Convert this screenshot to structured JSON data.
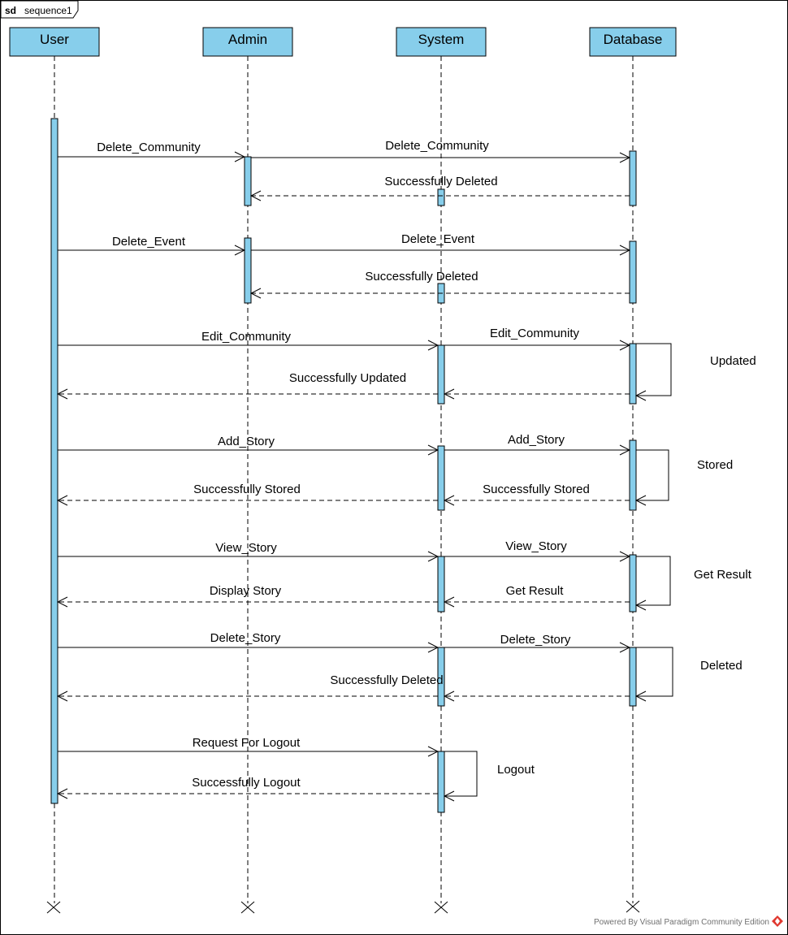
{
  "frame": {
    "keyword": "sd",
    "name": "sequence1"
  },
  "lifelines": [
    {
      "id": "user",
      "label": "User"
    },
    {
      "id": "admin",
      "label": "Admin"
    },
    {
      "id": "system",
      "label": "System"
    },
    {
      "id": "database",
      "label": "Database"
    }
  ],
  "messages": [
    {
      "from": "user",
      "to": "admin",
      "label": "Delete_Community",
      "kind": "sync"
    },
    {
      "from": "admin",
      "to": "database",
      "label": "Delete_Community",
      "kind": "sync"
    },
    {
      "from": "database",
      "to": "admin",
      "label": "Successfully Deleted",
      "kind": "reply"
    },
    {
      "from": "user",
      "to": "admin",
      "label": "Delete_Event",
      "kind": "sync"
    },
    {
      "from": "admin",
      "to": "database",
      "label": "Delete_Event",
      "kind": "sync"
    },
    {
      "from": "database",
      "to": "admin",
      "label": "Successfully Deleted",
      "kind": "reply"
    },
    {
      "from": "user",
      "to": "system",
      "label": "Edit_Community",
      "kind": "sync"
    },
    {
      "from": "system",
      "to": "database",
      "label": "Edit_Community",
      "kind": "sync"
    },
    {
      "from": "database",
      "to": "database",
      "label": "Updated",
      "kind": "self"
    },
    {
      "from": "database",
      "to": "system",
      "label": "",
      "kind": "reply"
    },
    {
      "from": "system",
      "to": "user",
      "label": "Successfully Updated",
      "kind": "reply"
    },
    {
      "from": "user",
      "to": "system",
      "label": "Add_Story",
      "kind": "sync"
    },
    {
      "from": "system",
      "to": "database",
      "label": "Add_Story",
      "kind": "sync"
    },
    {
      "from": "database",
      "to": "database",
      "label": "Stored",
      "kind": "self"
    },
    {
      "from": "database",
      "to": "system",
      "label": "Successfully Stored",
      "kind": "reply"
    },
    {
      "from": "system",
      "to": "user",
      "label": "Successfully Stored",
      "kind": "reply"
    },
    {
      "from": "user",
      "to": "system",
      "label": "View_Story",
      "kind": "sync"
    },
    {
      "from": "system",
      "to": "database",
      "label": "View_Story",
      "kind": "sync"
    },
    {
      "from": "database",
      "to": "database",
      "label": "Get Result",
      "kind": "self"
    },
    {
      "from": "database",
      "to": "system",
      "label": "Get Result",
      "kind": "reply"
    },
    {
      "from": "system",
      "to": "user",
      "label": "Display Story",
      "kind": "reply"
    },
    {
      "from": "user",
      "to": "system",
      "label": "Delete_Story",
      "kind": "sync"
    },
    {
      "from": "system",
      "to": "database",
      "label": "Delete_Story",
      "kind": "sync"
    },
    {
      "from": "database",
      "to": "database",
      "label": "Deleted",
      "kind": "self"
    },
    {
      "from": "database",
      "to": "system",
      "label": "",
      "kind": "reply"
    },
    {
      "from": "system",
      "to": "user",
      "label": "Successfully Deleted",
      "kind": "reply"
    },
    {
      "from": "user",
      "to": "system",
      "label": "Request For Logout",
      "kind": "sync"
    },
    {
      "from": "system",
      "to": "system",
      "label": "Logout",
      "kind": "self"
    },
    {
      "from": "system",
      "to": "user",
      "label": "Successfully Logout",
      "kind": "reply"
    }
  ],
  "footer": {
    "text": "Powered By  Visual Paradigm Community Edition"
  },
  "colors": {
    "lifeline_fill": "#87CEEB",
    "activation_fill": "#87CEEB",
    "stroke": "#000000",
    "footer_logo": "#E0382F"
  }
}
